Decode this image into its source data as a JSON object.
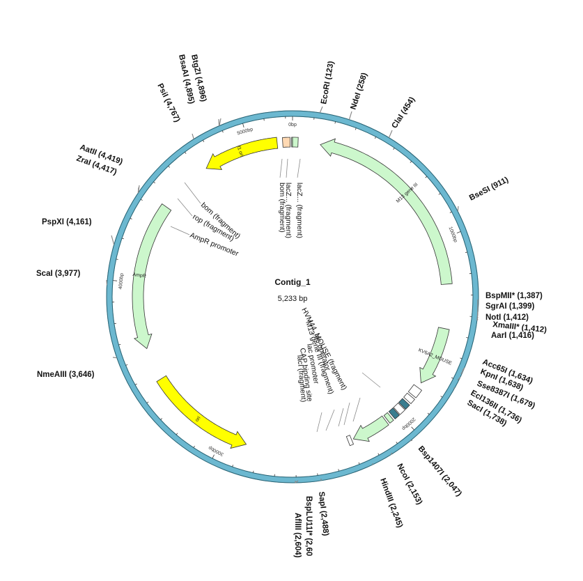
{
  "plasmid": {
    "name": "Contig_1",
    "length_label": "5,233 bp",
    "length_bp": 5233
  },
  "ring": {
    "color": "#6cb8d0"
  },
  "ticks": [
    {
      "bp": 0,
      "label": "0bp"
    },
    {
      "bp": 1000,
      "label": "1000bp"
    },
    {
      "bp": 2000,
      "label": "2000bp"
    },
    {
      "bp": 3000,
      "label": "3000bp"
    },
    {
      "bp": 4000,
      "label": "4000bp"
    },
    {
      "bp": 5000,
      "label": "5000bp"
    }
  ],
  "features": [
    {
      "name": "M13 gene III",
      "start": 150,
      "end": 1240,
      "strand": -1,
      "type": "gene",
      "color": "#ccf7cc",
      "label": "M13 gene III"
    },
    {
      "name": "KV6A2_MOUSE",
      "start": 1480,
      "end": 1800,
      "strand": 1,
      "type": "gene",
      "color": "#ccf7cc",
      "label": "KV6A2_MOUSE"
    },
    {
      "name": "segment-2150",
      "start": 2080,
      "end": 2280,
      "strand": 1,
      "type": "gene",
      "color": "#ccf7cc",
      "label": ""
    },
    {
      "name": "ori",
      "start": 2870,
      "end": 3460,
      "strand": -1,
      "type": "rep",
      "color": "#ffff00",
      "label": "ori"
    },
    {
      "name": "AmpR",
      "start": 3640,
      "end": 4440,
      "strand": -1,
      "type": "gene",
      "color": "#ccf7cc",
      "label": "AmpR"
    },
    {
      "name": "f1 ori",
      "start": 4740,
      "end": 5150,
      "strand": -1,
      "type": "rep",
      "color": "#ffff00",
      "label": "f1 ori"
    }
  ],
  "small_blocks": [
    {
      "name": "lacZ-block-1",
      "start": 5180,
      "end": 5220,
      "color": "#ffd9b3"
    },
    {
      "name": "lacZ-block-2",
      "start": 5228,
      "end": 5233,
      "color": "#ccf7cc"
    },
    {
      "name": "lacZ-block-3",
      "start": 0,
      "end": 30,
      "color": "#ccf7cc"
    },
    {
      "name": "block-1840",
      "start": 1830,
      "end": 1880,
      "color": "#ffffff"
    },
    {
      "name": "block-1890",
      "start": 1890,
      "end": 1920,
      "color": "#ffffff"
    },
    {
      "name": "block-1930",
      "start": 1930,
      "end": 1960,
      "color": "#3a7d8f"
    },
    {
      "name": "block-1970",
      "start": 1965,
      "end": 2000,
      "color": "#ffffff"
    },
    {
      "name": "block-2010",
      "start": 2005,
      "end": 2035,
      "color": "#3a7d8f"
    },
    {
      "name": "block-2045",
      "start": 2045,
      "end": 2070,
      "color": "#ccf7cc"
    },
    {
      "name": "block-2240",
      "start": 2290,
      "end": 2310,
      "color": "#ffffff"
    }
  ],
  "restriction_sites": [
    {
      "name": "EcoRI (123)"
    },
    {
      "name": "NdeI (258)"
    },
    {
      "name": "ClaI (454)"
    },
    {
      "name": "BseSI (911)"
    },
    {
      "name": "BspMII* (1,387)"
    },
    {
      "name": "SgrAI (1,399)"
    },
    {
      "name": "NotI (1,412)"
    },
    {
      "name": "XmaIII* (1,412)"
    },
    {
      "name": "AarI (1,416)"
    },
    {
      "name": "Acc65I (1,634)"
    },
    {
      "name": "KpnI (1,638)"
    },
    {
      "name": "Sse8387I (1,679)"
    },
    {
      "name": "Ecl136II (1,736)"
    },
    {
      "name": "SacI (1,738)"
    },
    {
      "name": "Bsp1407I (2,047)"
    },
    {
      "name": "NcoI (2,153)"
    },
    {
      "name": "HindIII (2,245)"
    },
    {
      "name": "SapI (2,488)"
    },
    {
      "name": "BspLU11I* (2,60"
    },
    {
      "name": "AflIII (2,604)"
    },
    {
      "name": "NmeAIII (3,646)"
    },
    {
      "name": "ScaI (3,977)"
    },
    {
      "name": "PspXI (4,161)"
    },
    {
      "name": "ZraI (4,417)"
    },
    {
      "name": "AatII (4,419)"
    },
    {
      "name": "PsiI (4,767)"
    },
    {
      "name": "BsaAI (4,895)"
    },
    {
      "name": "BtgZI (4,896)"
    }
  ],
  "inner_labels": [
    {
      "name": "bom (fragment)"
    },
    {
      "name": "rop (fragment)"
    },
    {
      "name": "AmpR promoter"
    },
    {
      "name": "bom (fragment)"
    },
    {
      "name": "lacZ... (fragment)"
    },
    {
      "name": "lacZ... (fragment)"
    },
    {
      "name": "HVM44_MOUSE (fragment)"
    },
    {
      "name": "M13 gene III (fragment)"
    },
    {
      "name": "lac operator"
    },
    {
      "name": "lac promoter"
    },
    {
      "name": "CAP binding site"
    },
    {
      "name": "lacI (fragment)"
    }
  ]
}
